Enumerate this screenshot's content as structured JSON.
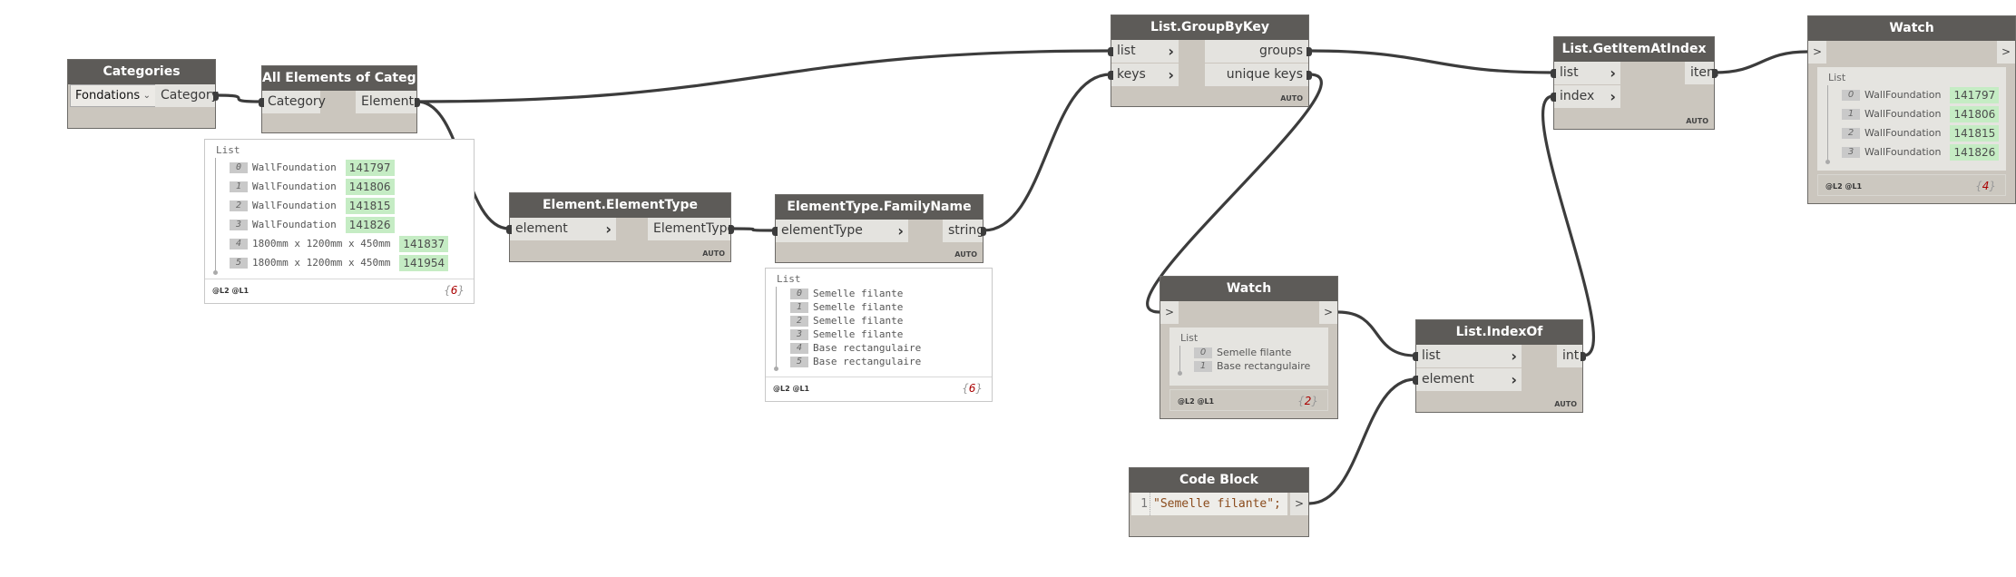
{
  "nodes": {
    "categories": {
      "title": "Categories",
      "dropdown": "Fondations",
      "outputs": [
        "Category"
      ]
    },
    "all_elements": {
      "title": "All Elements of Category",
      "inputs": [
        "Category"
      ],
      "outputs": [
        "Elements"
      ]
    },
    "element_type": {
      "title": "Element.ElementType",
      "inputs": [
        "element"
      ],
      "outputs": [
        "ElementType"
      ],
      "lacing": "AUTO"
    },
    "family_name": {
      "title": "ElementType.FamilyName",
      "inputs": [
        "elementType"
      ],
      "outputs": [
        "string"
      ],
      "lacing": "AUTO"
    },
    "group_by_key": {
      "title": "List.GroupByKey",
      "inputs": [
        "list",
        "keys"
      ],
      "outputs": [
        "groups",
        "unique keys"
      ],
      "lacing": "AUTO"
    },
    "get_item": {
      "title": "List.GetItemAtIndex",
      "inputs": [
        "list",
        "index"
      ],
      "outputs": [
        "item"
      ],
      "lacing": "AUTO"
    },
    "index_of": {
      "title": "List.IndexOf",
      "inputs": [
        "list",
        "element"
      ],
      "outputs": [
        "int"
      ],
      "lacing": "AUTO"
    },
    "watch_mid": {
      "title": "Watch",
      "in_port": ">",
      "out_port": ">"
    },
    "watch_right": {
      "title": "Watch",
      "in_port": ">",
      "out_port": ">"
    },
    "code_block": {
      "title": "Code Block",
      "line": "1",
      "code": "\"Semelle filante\";",
      "out_port": ">"
    }
  },
  "previews": {
    "all_elements": {
      "title": "List",
      "levels": "@L2 @L1",
      "count": "6",
      "items": [
        {
          "index": "0",
          "text": "WallFoundation",
          "value": "141797"
        },
        {
          "index": "1",
          "text": "WallFoundation",
          "value": "141806"
        },
        {
          "index": "2",
          "text": "WallFoundation",
          "value": "141815"
        },
        {
          "index": "3",
          "text": "WallFoundation",
          "value": "141826"
        },
        {
          "index": "4",
          "text": "1800mm x 1200mm x 450mm",
          "value": "141837"
        },
        {
          "index": "5",
          "text": "1800mm x 1200mm x 450mm",
          "value": "141954"
        }
      ]
    },
    "family_name": {
      "title": "List",
      "levels": "@L2 @L1",
      "count": "6",
      "items": [
        {
          "index": "0",
          "text": "Semelle filante"
        },
        {
          "index": "1",
          "text": "Semelle filante"
        },
        {
          "index": "2",
          "text": "Semelle filante"
        },
        {
          "index": "3",
          "text": "Semelle filante"
        },
        {
          "index": "4",
          "text": "Base rectangulaire"
        },
        {
          "index": "5",
          "text": "Base rectangulaire"
        }
      ]
    },
    "watch_mid": {
      "title": "List",
      "levels": "@L2 @L1",
      "count": "2",
      "items": [
        {
          "index": "0",
          "text": "Semelle filante"
        },
        {
          "index": "1",
          "text": "Base rectangulaire"
        }
      ]
    },
    "watch_right": {
      "title": "List",
      "levels": "@L2 @L1",
      "count": "4",
      "items": [
        {
          "index": "0",
          "text": "WallFoundation",
          "value": "141797"
        },
        {
          "index": "1",
          "text": "WallFoundation",
          "value": "141806"
        },
        {
          "index": "2",
          "text": "WallFoundation",
          "value": "141815"
        },
        {
          "index": "3",
          "text": "WallFoundation",
          "value": "141826"
        }
      ]
    }
  },
  "colors": {
    "header": "#5d5b58",
    "body": "#cbc6be",
    "wire": "#3c3c3c",
    "value_bg": "#c5ecc4",
    "count": "#aa0000"
  }
}
